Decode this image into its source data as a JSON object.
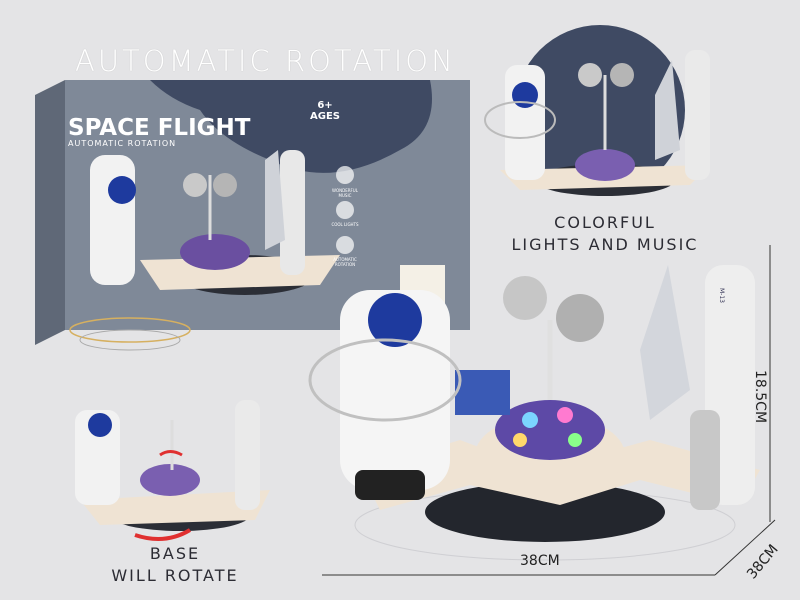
{
  "headline": "AUTOMATIC ROTATION",
  "box": {
    "title": "SPACE FLIGHT",
    "subtitle": "AUTOMATIC ROTATION",
    "age": "6+",
    "age_label": "AGES",
    "features": [
      "WONDERFUL MUSIC",
      "COOL LIGHTS",
      "AUTOMATIC ROTATION"
    ]
  },
  "captions": {
    "lights_line1": "COLORFUL",
    "lights_line2": "LIGHTS AND MUSIC",
    "base_line1": "BASE",
    "base_line2": "WILL ROTATE"
  },
  "dimensions": {
    "height": "18.5CM",
    "width": "38CM",
    "depth": "38CM"
  },
  "rocket_label": "M-13",
  "colors": {
    "box": "#7d8796",
    "night": "#3f4a63",
    "base": "#efe3d3",
    "helmet": "#1e3a9e"
  }
}
